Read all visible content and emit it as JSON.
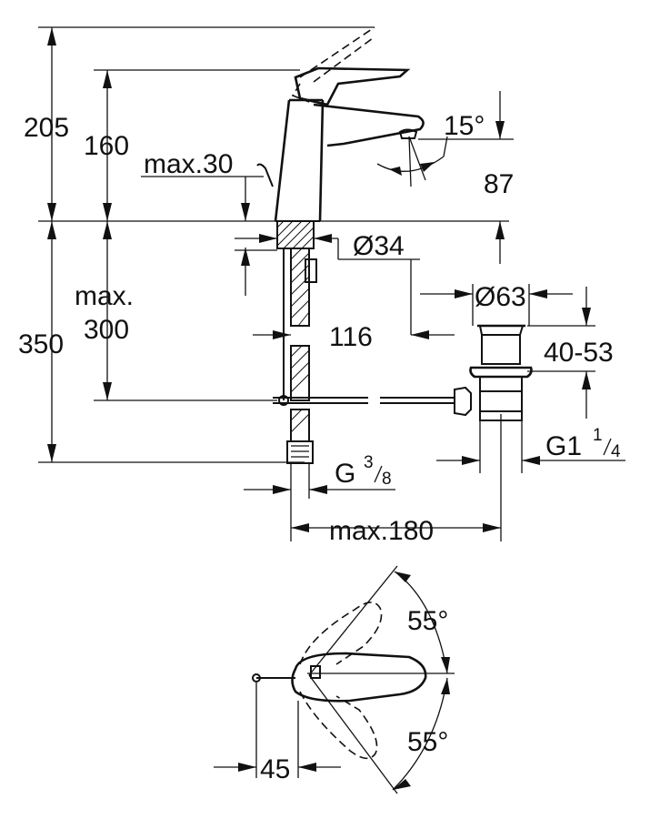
{
  "side_view": {
    "dim_total_height": "205",
    "dim_spout_height": "160",
    "dim_lift_rod": "max.30",
    "dim_spout_angle": "15°",
    "dim_outlet_height": "87",
    "dim_hole_diameter": "Ø34",
    "dim_flange_diameter": "Ø63",
    "dim_waste_depth": "116",
    "dim_waste_range": "40-53",
    "dim_max_label": "max.",
    "dim_max_value": "300",
    "dim_below_basin": "350",
    "dim_hose_thread_prefix": "G",
    "dim_hose_thread_num": "3",
    "dim_hose_thread_den": "8",
    "dim_waste_thread_prefix": "G1",
    "dim_waste_thread_num": "1",
    "dim_waste_thread_den": "4",
    "dim_max_width": "max.180"
  },
  "top_view": {
    "dim_angle_upper": "55°",
    "dim_angle_lower": "55°",
    "dim_offset": "45"
  }
}
